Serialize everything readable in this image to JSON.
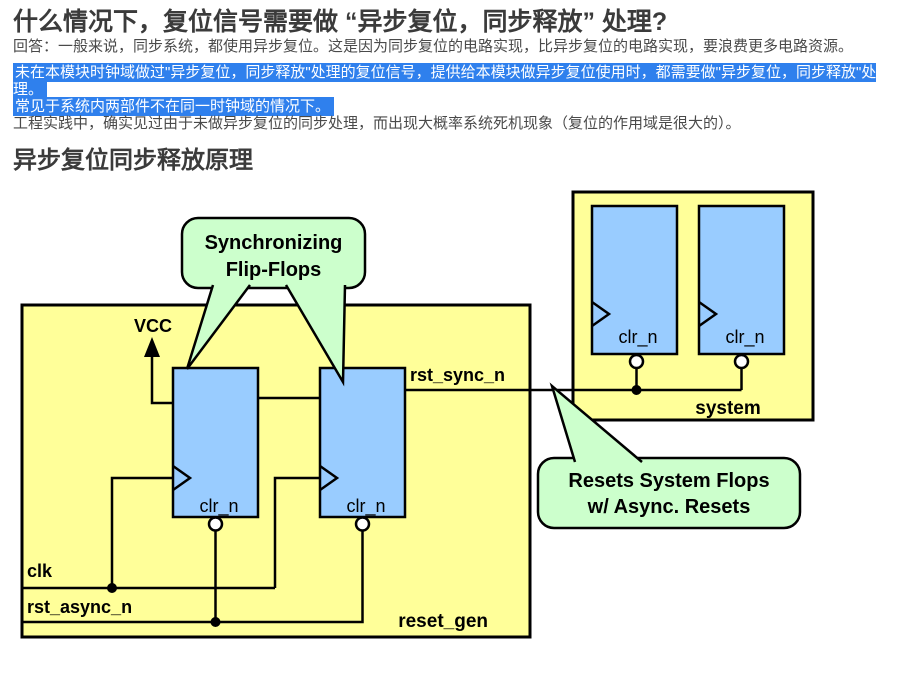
{
  "article": {
    "title": "什么情况下，复位信号需要做 “异步复位，同步释放” 处理?",
    "answer_paragraph": "回答：一般来说，同步系统，都使用异步复位。这是因为同步复位的电路实现，比异步复位的电路实现，要浪费更多电路资源。",
    "highlight": {
      "line1": "未在本模块时钟域做过\"异步复位，同步释放\"处理的复位信号，提供给本模块做异步复位使用时，都需要做\"异步复位，同步释放\"处理。",
      "line2": "常见于系统内两部件不在同一时钟域的情况下。"
    },
    "practice_paragraph": "工程实践中，确实见过由于未做异步复位的同步处理，而出现大概率系统死机现象（复位的作用域是很大的）。",
    "section_heading": "异步复位同步释放原理"
  },
  "diagram": {
    "callout_synchronizing": {
      "line1": "Synchronizing",
      "line2": "Flip-Flops"
    },
    "callout_resets": {
      "line1": "Resets System Flops",
      "line2": "w/ Async. Resets"
    },
    "labels": {
      "vcc": "VCC",
      "rst_sync_n": "rst_sync_n",
      "clk": "clk",
      "rst_async_n": "rst_async_n",
      "reset_gen": "reset_gen",
      "system": "system",
      "clr_n": "clr_n"
    },
    "colors": {
      "module_fill": "#FFFF99",
      "flop_fill": "#99CCFF",
      "callout_fill": "#CCFFCC",
      "outline": "#000000",
      "highlight_bg": "#2F80ED",
      "highlight_text": "#FFFFFF"
    }
  }
}
